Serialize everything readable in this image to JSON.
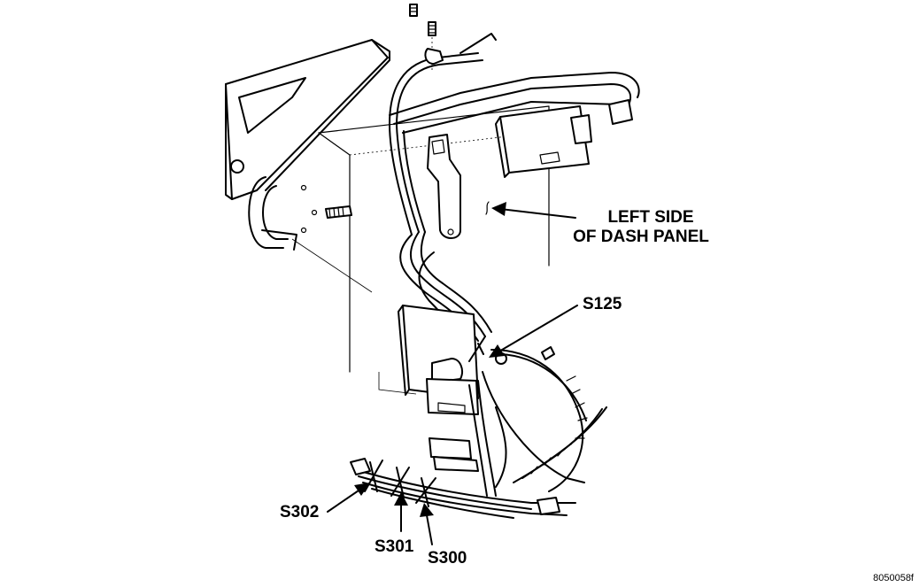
{
  "callouts": {
    "left_side_line1": "LEFT SIDE",
    "left_side_line2": "OF DASH PANEL",
    "s125": "S125",
    "s302": "S302",
    "s301": "S301",
    "s300": "S300"
  },
  "figure_id": "8050058f"
}
